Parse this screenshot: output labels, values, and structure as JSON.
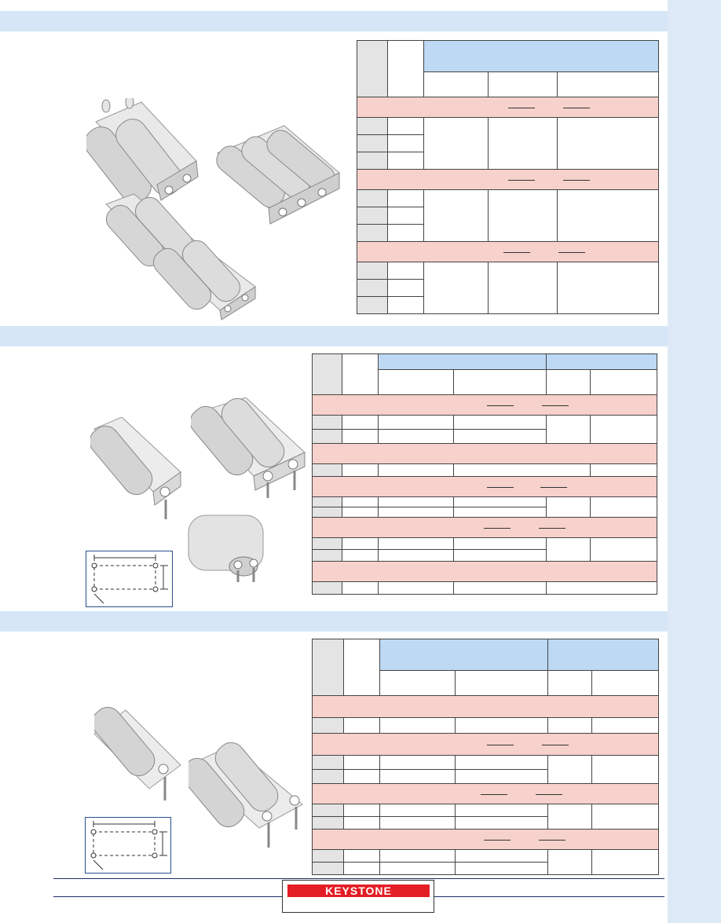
{
  "brand": {
    "logo_text": "KEYSTONE",
    "logo_color": "#e31e24",
    "accent": "#d6e6f7",
    "table_header": "#bdd9f3",
    "table_group": "#f7d1cb"
  },
  "figures": {
    "section1": [
      "2-cell-holder-illustration",
      "3-cell-holder-illustration",
      "4-cell-holder-illustration"
    ],
    "section2": [
      "1-cell-pc-holder-illustration",
      "2-cell-pc-holder-illustration",
      "covered-cell-holder-illustration",
      "pc-mounting-layout-diagram"
    ],
    "section3": [
      "1-cell-snap-holder-illustration",
      "2-cell-snap-holder-illustration",
      "pc-mounting-layout-diagram"
    ]
  }
}
